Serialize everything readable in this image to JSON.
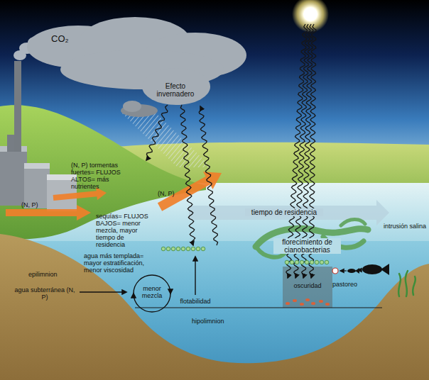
{
  "diagram": {
    "labels": [
      "CO₂",
      "Efecto invernadero",
      "(N, P) tormentas fuertes= FLUJOS ALTOS= más nutrientes",
      "(N, P)",
      "(N, P)",
      "sequías= FLUJOS BAJOS= menor mezcla, mayor tiempo de residencia",
      "tiempo de residencia",
      "florecimiento de cianobacterias",
      "intrusión salina",
      "agua más templada= mayor estratificación, menor viscosidad",
      "epilimnion",
      "menor mezcla",
      "flotabilidad",
      "agua subterránea (N, P)",
      "oscuridad",
      "pastoreo",
      "hipolimnion"
    ]
  }
}
